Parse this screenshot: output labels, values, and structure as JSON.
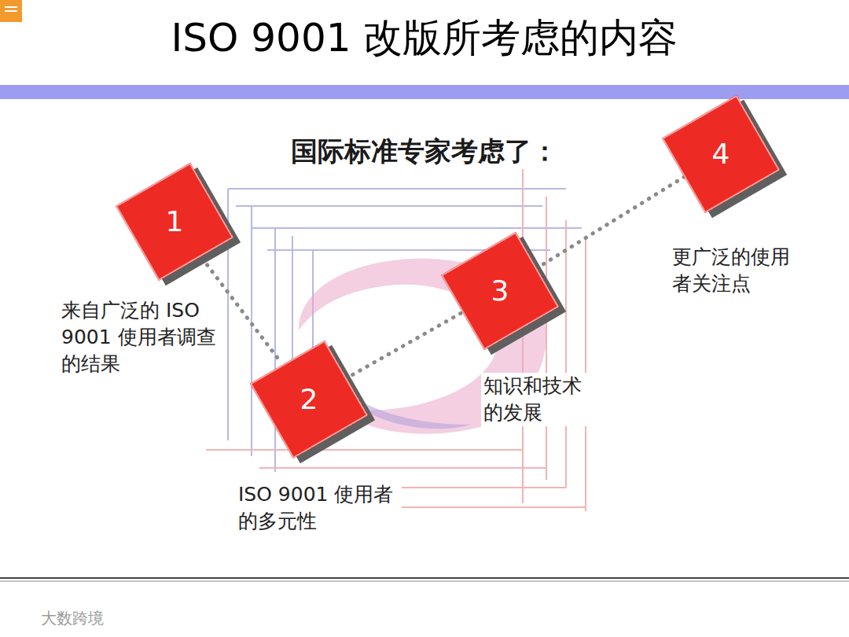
{
  "diagram": {
    "title": "ISO 9001 改版所考虑的内容",
    "nodes": [
      {
        "text": [
          "1",
          "来自广泛的 ISO 9001 使用者调查的结果"
        ]
      },
      {
        "text": [
          "2",
          "ISO 9001 使用者的多元性"
        ]
      },
      {
        "text": [
          "3",
          "知识和技术 的发展"
        ]
      },
      {
        "text": [
          "4",
          "更广泛的使用 者关注点"
        ]
      }
    ],
    "edges": [
      {
        "from": 0,
        "to": 1,
        "arrow": "none"
      },
      {
        "from": 1,
        "to": 2,
        "arrow": "none"
      },
      {
        "from": 2,
        "to": 3,
        "arrow": "none"
      }
    ],
    "labels": [
      "国际标准专家考虑了：",
      "大数跨境"
    ]
  }
}
